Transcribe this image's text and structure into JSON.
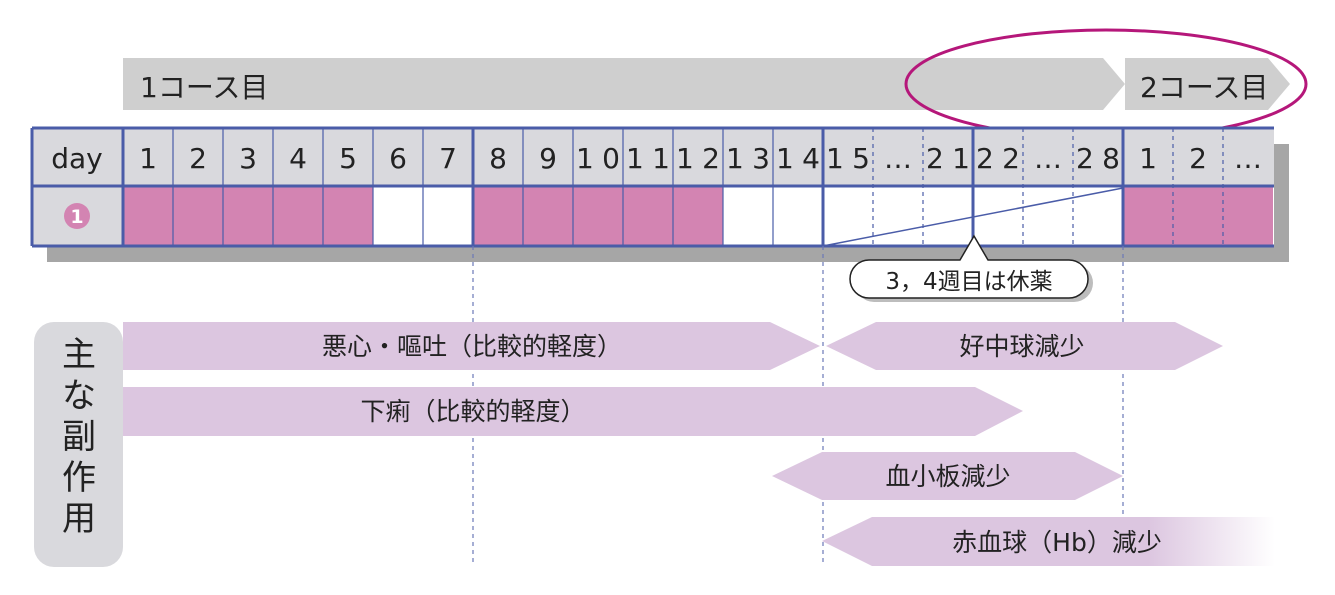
{
  "course_banner": {
    "course1_label": "1コース目",
    "course2_label": "2コース目"
  },
  "schedule": {
    "row_header": "day",
    "drug_marker": "1",
    "day_labels": [
      "1",
      "2",
      "3",
      "4",
      "5",
      "6",
      "7",
      "8",
      "9",
      "10",
      "11",
      "12",
      "13",
      "14",
      "15",
      "…",
      "21",
      "22",
      "…",
      "28",
      "1",
      "2",
      "…"
    ],
    "dosing": [
      true,
      true,
      true,
      true,
      true,
      false,
      false,
      true,
      true,
      true,
      true,
      true,
      false,
      false,
      false,
      false,
      false,
      false,
      false,
      false,
      true,
      true,
      true
    ]
  },
  "rest_callout": "3，4週目は休薬",
  "side_effects": {
    "title": "主な副作用",
    "items": [
      {
        "label": "悪心・嘔吐（比較的軽度）"
      },
      {
        "label": "好中球減少"
      },
      {
        "label": "下痢（比較的軽度）"
      },
      {
        "label": "血小板減少"
      },
      {
        "label": "赤血球（Hb）減少"
      }
    ]
  },
  "colors": {
    "banner_gray": "#cfcfcf",
    "header_row": "#d9d9dd",
    "dosing_pink": "#d384b2",
    "grid_blue": "#4a5ca8",
    "effect_purple": "#dcc6e0",
    "course2_ring": "#b5177a"
  }
}
